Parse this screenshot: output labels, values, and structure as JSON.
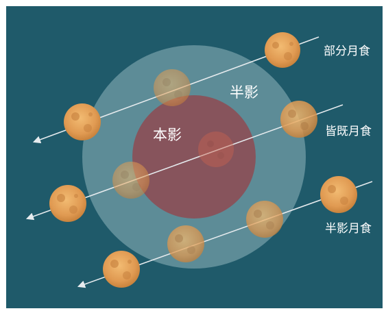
{
  "labels": {
    "penumbra": "半影",
    "umbra": "本影",
    "partial_eclipse": "部分月食",
    "total_eclipse": "皆既月食",
    "penumbral_eclipse": "半影月食"
  },
  "colors": {
    "background": "#1f5a6a",
    "penumbra": "#5e8d99",
    "umbra": "#874c56",
    "moon": "#e3a25a",
    "path": "#d9dfe2",
    "text": "#ffffff"
  },
  "icons": [
    "moon-icon",
    "arrow-icon"
  ]
}
